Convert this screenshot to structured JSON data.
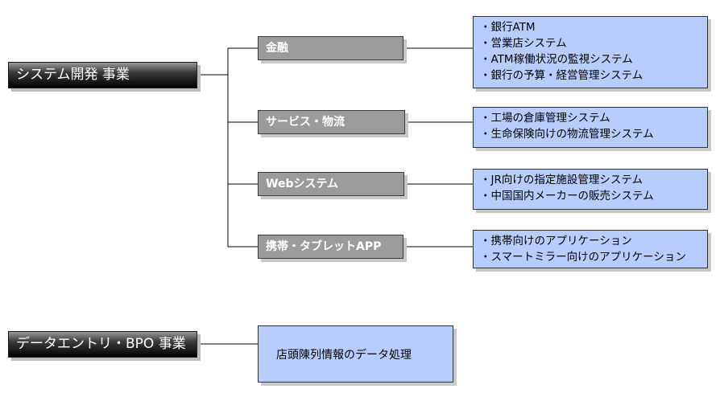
{
  "main_businesses": [
    {
      "label": "システム開発 事業"
    },
    {
      "label": "データエントリ・BPO 事業"
    }
  ],
  "categories": [
    {
      "label": "金融",
      "items": [
        "・銀行ATM",
        "・営業店システム",
        "・ATM稼働状況の監視システム",
        "・銀行の予算・経営管理システム"
      ]
    },
    {
      "label": "サービス・物流",
      "items": [
        "・工場の倉庫管理システム",
        "・生命保険向けの物流管理システム"
      ]
    },
    {
      "label": "Webシステム",
      "items": [
        "・JR向けの指定施設管理システム",
        "・中国国内メーカーの販売システム"
      ]
    },
    {
      "label": "携帯・タブレットAPP",
      "items": [
        "・携帯向けのアプリケーション",
        "・スマートミラー向けのアプリケーション"
      ]
    }
  ],
  "bpo_detail": "店頭陳列情報のデータ処理",
  "colors": {
    "main_box": "#000000",
    "category_box": "#9b9b9b",
    "detail_box": "#b7cdfb",
    "connector": "#000000"
  }
}
